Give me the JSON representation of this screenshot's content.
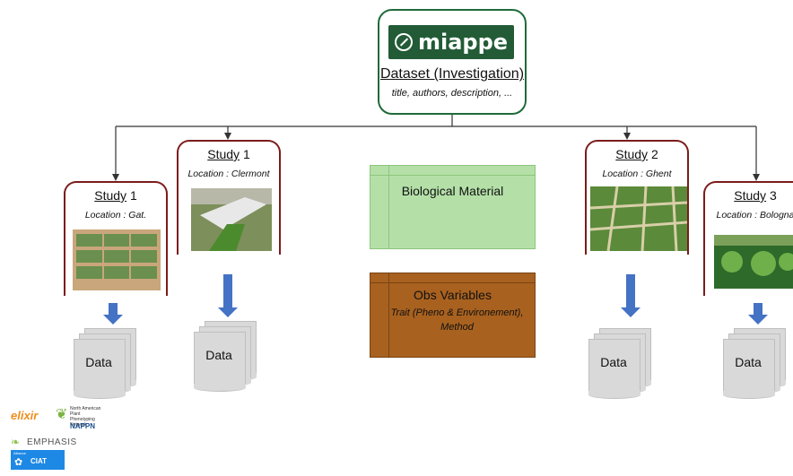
{
  "root": {
    "logo_text": "miappe",
    "title": "Dataset (Investigation)",
    "subtitle": "title, authors, description, ..."
  },
  "studies": [
    {
      "word": "Study",
      "num": " 1",
      "location": "Location : Gat."
    },
    {
      "word": "Study",
      "num": " 1",
      "location": "Location : Clermont"
    },
    {
      "word": "Study",
      "num": " 2",
      "location": "Location : Ghent"
    },
    {
      "word": "Study",
      "num": " 3",
      "location": "Location : Bologna"
    }
  ],
  "data_label": "Data",
  "bio": {
    "label": "Biological Material"
  },
  "obs": {
    "label": "Obs Variables",
    "sub": "Trait (Pheno & Environement), Method"
  },
  "logos": {
    "elixir": "elixir",
    "nappn_small": "North American Plant Phenotyping Network",
    "nappn": "NAPPN",
    "emphasis": "EMPHASIS",
    "ciat_small": "Alliance",
    "ciat": "CIAT"
  },
  "colors": {
    "root_border": "#1f6b3a",
    "study_border": "#7b1c1c",
    "arrow": "#4472c4",
    "bio": "#b4e0a8",
    "obs": "#a8611f"
  }
}
